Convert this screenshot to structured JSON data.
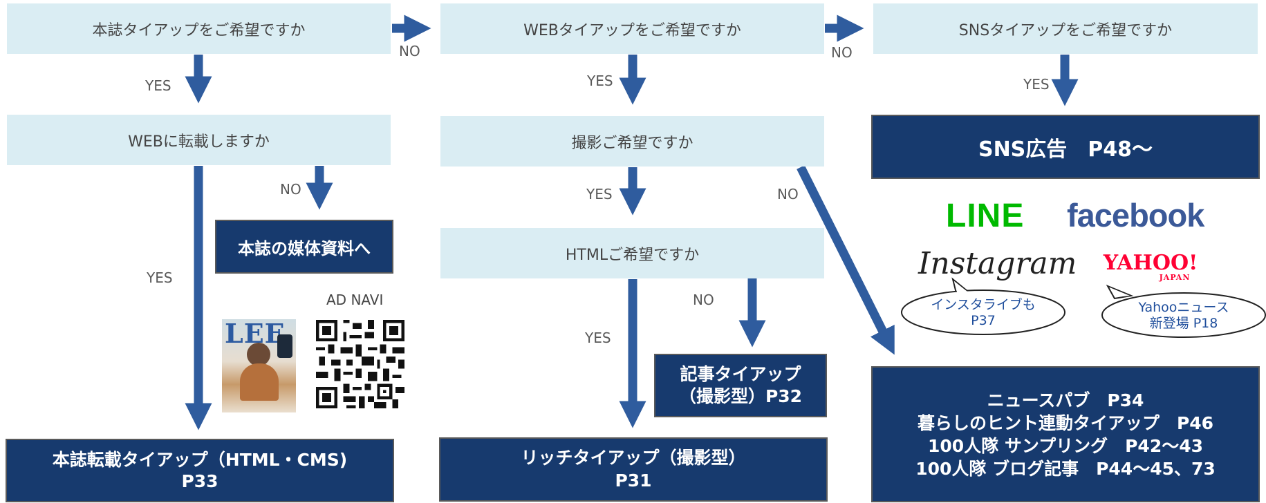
{
  "questions": {
    "q1": "本誌タイアップをご希望ですか",
    "q2": "WEBに転載しますか",
    "q3": "WEBタイアップをご希望ですか",
    "q4": "撮影ご希望ですか",
    "q5": "HTMLご希望ですか",
    "q6": "SNSタイアップをご希望ですか"
  },
  "results": {
    "r1": "本誌の媒体資料へ",
    "r2": [
      "本誌転載タイアップ（HTML・CMS)",
      "P33"
    ],
    "r3": [
      "記事タイアップ",
      "（撮影型）P32"
    ],
    "r4": [
      "リッチタイアップ（撮影型）",
      "P31"
    ],
    "r5": "SNS広告　P48～",
    "r6": [
      "ニュースパブ　P34",
      "暮らしのヒント連動タイアップ　P46",
      "100人隊 サンプリング　P42～43",
      "100人隊 ブログ記事　P44～45、73"
    ]
  },
  "labels": {
    "yes1": "YES",
    "no1": "NO",
    "yes2": "YES",
    "no2": "NO",
    "yes3": "YES",
    "no3": "NO",
    "yes4": "YES",
    "no4": "NO",
    "yes5": "YES",
    "no5": "NO",
    "yes6": "YES"
  },
  "media": {
    "ad_navi": "AD NAVI",
    "magazine_cover_title": "LEE",
    "logo_line": "LINE",
    "logo_facebook": "facebook",
    "logo_instagram": "Instagram",
    "logo_yahoo": "YAHOO!",
    "logo_yahoo_sub": "JAPAN",
    "bubble_instagram": [
      "インスタライブも",
      "P37"
    ],
    "bubble_yahoo": [
      "Yahooニュース",
      "新登場 P18"
    ]
  },
  "colors": {
    "question_bg": "#daedf3",
    "result_bg": "#173a6e",
    "arrow": "#2f5c9e",
    "line_green": "#00b900",
    "facebook_blue": "#3b5998",
    "yahoo_red": "#ff0033"
  }
}
